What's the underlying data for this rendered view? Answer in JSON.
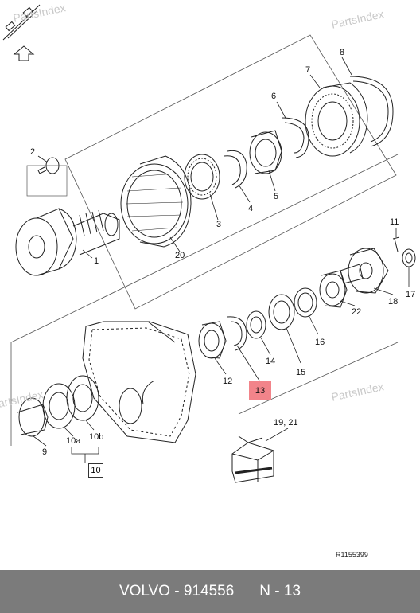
{
  "watermark": "PartsIndex",
  "callouts": {
    "c1": "1",
    "c2": "2",
    "c3": "3",
    "c4": "4",
    "c5": "5",
    "c6": "6",
    "c7": "7",
    "c8": "8",
    "c9": "9",
    "c10a": "10a",
    "c10b": "10b",
    "c10": "10",
    "c11": "11",
    "c12": "12",
    "c13": "13",
    "c14": "14",
    "c15": "15",
    "c16": "16",
    "c17": "17",
    "c18": "18",
    "c19_21": "19, 21",
    "c20": "20",
    "c22": "22"
  },
  "highlight_color": "#f2848a",
  "reference_code": "R1155399",
  "footer": {
    "brand_part": "VOLVO - 914556",
    "position": "N - 13"
  }
}
